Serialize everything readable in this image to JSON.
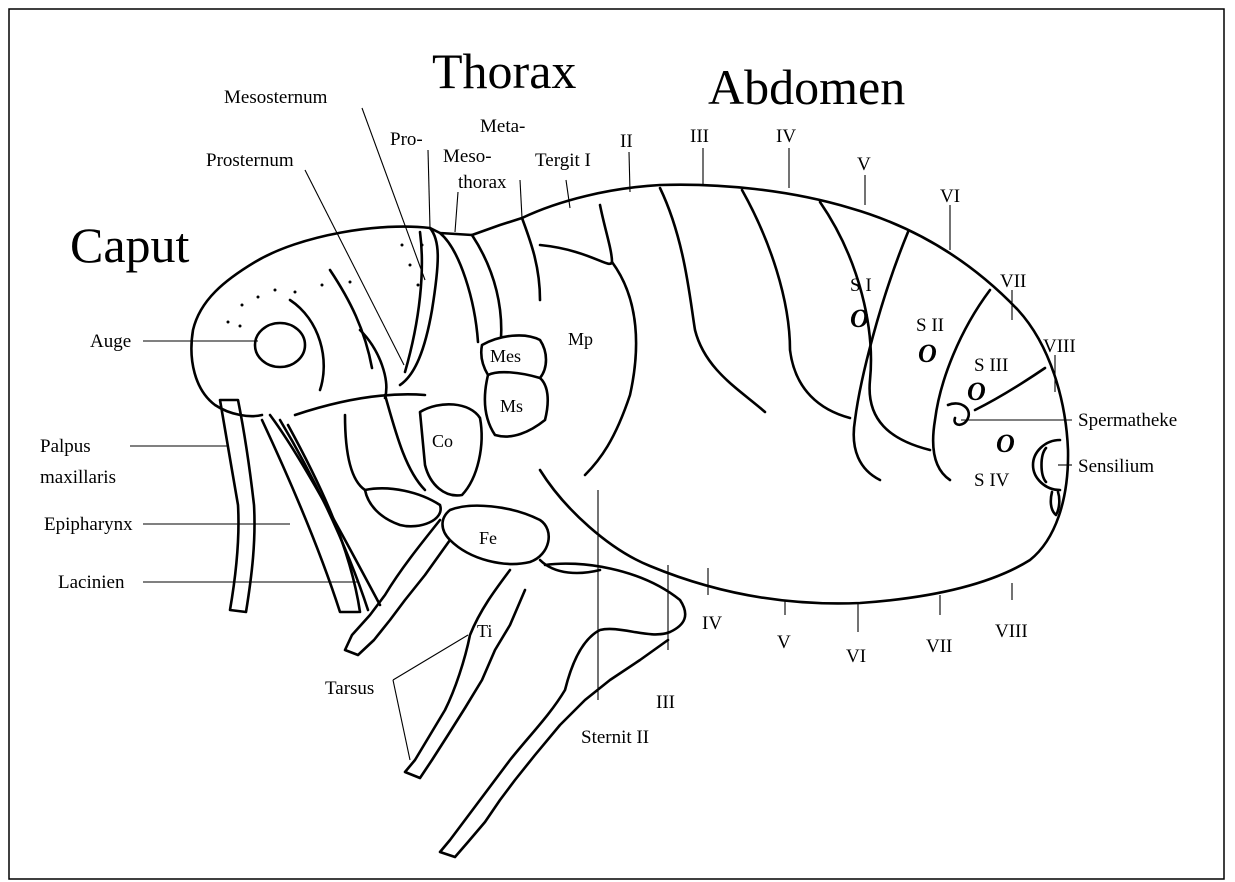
{
  "regions": {
    "caput": "Caput",
    "thorax": "Thorax",
    "abdomen": "Abdomen"
  },
  "labels": {
    "mesosternum": "Mesosternum",
    "prosternum": "Prosternum",
    "pro": "Pro-",
    "meta": "Meta-",
    "meso": "Meso-",
    "thorax_small": "thorax",
    "tergit_i": "Tergit I",
    "auge": "Auge",
    "palpus": "Palpus",
    "maxillaris": "maxillaris",
    "epipharynx": "Epipharynx",
    "lacinien": "Lacinien",
    "tarsus": "Tarsus",
    "sternit_ii": "Sternit II",
    "spermatheke": "Spermatheke",
    "sensilium": "Sensilium"
  },
  "inner_labels": {
    "mes": "Mes",
    "ms": "Ms",
    "mp": "Mp",
    "co": "Co",
    "fe": "Fe",
    "ti": "Ti"
  },
  "tergite_numerals": [
    "II",
    "III",
    "IV",
    "V",
    "VI",
    "VII",
    "VIII"
  ],
  "sternite_numerals": [
    "III",
    "IV",
    "V",
    "VI",
    "VII",
    "VIII"
  ],
  "stigmata": [
    {
      "label": "S I",
      "mark": "O"
    },
    {
      "label": "S II",
      "mark": "O"
    },
    {
      "label": "S III",
      "mark": "O"
    },
    {
      "label": "S IV",
      "mark": "O"
    }
  ]
}
